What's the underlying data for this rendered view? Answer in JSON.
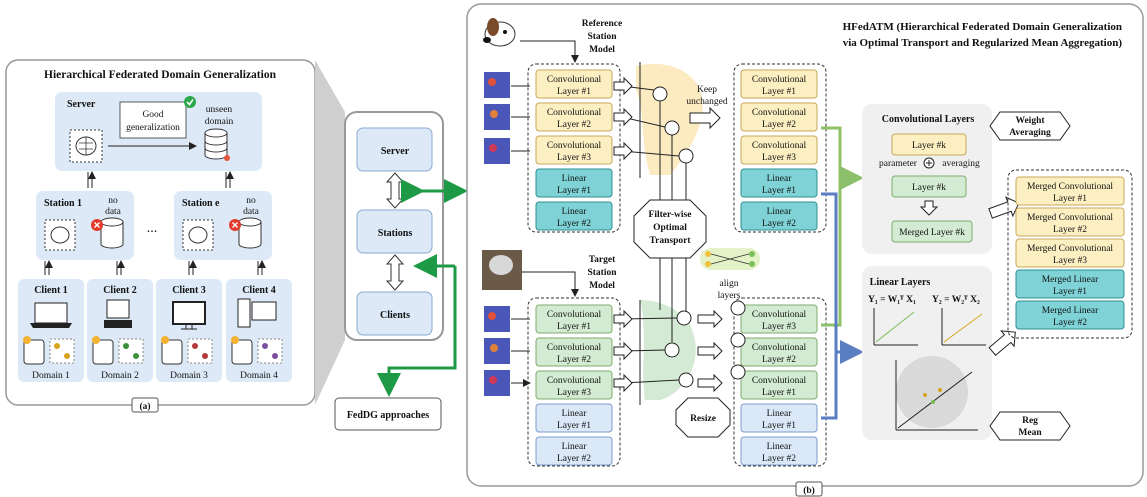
{
  "panel_a": {
    "title": "Hierarchical Federated Domain Generalization",
    "server_label": "Server",
    "good_generalization": [
      "Good",
      "generalization"
    ],
    "unseen_domain": [
      "unseen",
      "domain"
    ],
    "station1_label": "Station 1",
    "station_e_label": "Station e",
    "no_data": [
      "no",
      "data"
    ],
    "ellipsis": "...",
    "clients": [
      {
        "label": "Client 1",
        "domain": "Domain 1"
      },
      {
        "label": "Client 2",
        "domain": "Domain 2"
      },
      {
        "label": "Client 3",
        "domain": "Domain 3"
      },
      {
        "label": "Client 4",
        "domain": "Domain 4"
      }
    ],
    "caption": "(a)"
  },
  "middle": {
    "server": "Server",
    "stations": "Stations",
    "clients": "Clients",
    "fedDG": "FedDG approaches"
  },
  "panel_b": {
    "title_line1": "HFedATM (Hierarchical Federated Domain Generalization",
    "title_line2": "via Optimal Transport and Regularized Mean Aggregation)",
    "reference_model": [
      "Reference",
      "Station",
      "Model"
    ],
    "target_model": [
      "Target",
      "Station",
      "Model"
    ],
    "keep_unchanged": [
      "Keep",
      "unchanged"
    ],
    "align_layers": [
      "align",
      "layers"
    ],
    "ot_label": [
      "Filter-wise",
      "Optimal",
      "Transport"
    ],
    "resize": "Resize",
    "ref_layers": [
      [
        "Convolutional",
        "Layer #1"
      ],
      [
        "Convolutional",
        "Layer #2"
      ],
      [
        "Convolutional",
        "Layer #3"
      ],
      [
        "Linear",
        "Layer #1"
      ],
      [
        "Linear",
        "Layer #2"
      ]
    ],
    "ref_out_layers": [
      [
        "Convolutional",
        "Layer #1"
      ],
      [
        "Convolutional",
        "Layer #2"
      ],
      [
        "Convolutional",
        "Layer #3"
      ],
      [
        "Linear",
        "Layer #1"
      ],
      [
        "Linear",
        "Layer #2"
      ]
    ],
    "tgt_layers": [
      [
        "Convolutional",
        "Layer #1"
      ],
      [
        "Convolutional",
        "Layer #2"
      ],
      [
        "Convolutional",
        "Layer #3"
      ],
      [
        "Linear",
        "Layer #1"
      ],
      [
        "Linear",
        "Layer #2"
      ]
    ],
    "tgt_out_layers": [
      [
        "Convolutional",
        "Layer #3"
      ],
      [
        "Convolutional",
        "Layer #2"
      ],
      [
        "Convolutional",
        "Layer #1"
      ],
      [
        "Linear",
        "Layer #1"
      ],
      [
        "Linear",
        "Layer #2"
      ]
    ],
    "conv_layers_title": "Convolutional Layers",
    "layer_k": "Layer #k",
    "parameter": "parameter",
    "averaging": "averaging",
    "merged_layer_k": "Merged Layer #k",
    "weight_averaging": [
      "Weight",
      "Averaging"
    ],
    "linear_layers_title": "Linear Layers",
    "eq1": "Y₁ = W₁ᵀ X₁",
    "eq2": "Y₂ = W₂ᵀ X₂",
    "reg_mean": [
      "Reg",
      "Mean"
    ],
    "merged": [
      [
        "Merged Convolutional",
        "Layer #1"
      ],
      [
        "Merged Convolutional",
        "Layer #2"
      ],
      [
        "Merged Convolutional",
        "Layer #3"
      ],
      [
        "Merged Linear",
        "Layer #1"
      ],
      [
        "Merged Linear",
        "Layer #2"
      ]
    ],
    "caption": "(b)"
  },
  "colors": {
    "panel_blue": "#dde9f7",
    "conv_yellow": "#fcefc2",
    "linear_teal": "#7fd3d6",
    "target_green": "#d3ebd2",
    "linear_blue": "#dbe8f8",
    "arrow_green": "#1e9a46",
    "arrow_blue": "#5a7ec2",
    "line_green": "#8cc06a"
  }
}
